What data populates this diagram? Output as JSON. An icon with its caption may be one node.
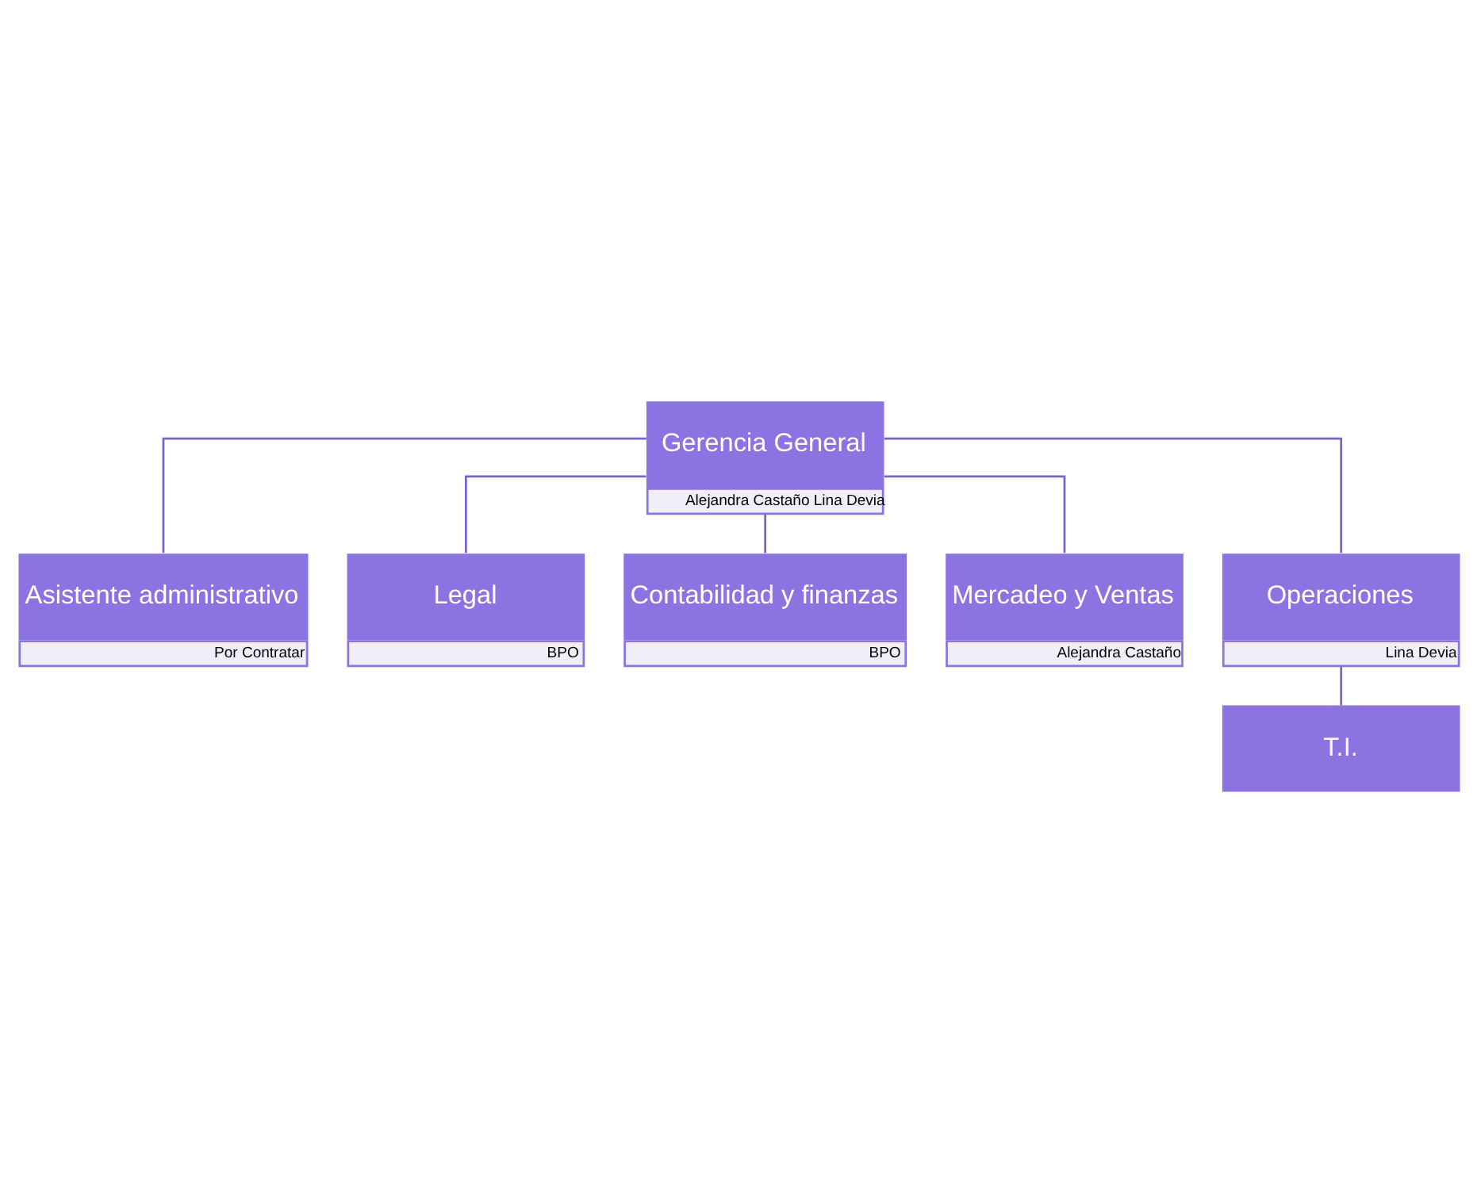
{
  "diagram": {
    "nodes": [
      {
        "text": [
          "Gerencia General",
          "Alejandra Castaño Lina Devia"
        ]
      },
      {
        "text": [
          "Asistente administrativo",
          "Por Contratar"
        ]
      },
      {
        "text": [
          "Legal",
          "BPO"
        ]
      },
      {
        "text": [
          "Contabilidad y finanzas",
          "BPO"
        ]
      },
      {
        "text": [
          "Mercadeo y Ventas",
          "Alejandra Castaño"
        ]
      },
      {
        "text": [
          "Operaciones",
          "Lina Devia"
        ]
      },
      {
        "text": [
          "T.I."
        ]
      }
    ],
    "edges": [
      {
        "from": 0,
        "to": 1,
        "arrow": "none"
      },
      {
        "from": 0,
        "to": 2,
        "arrow": "none"
      },
      {
        "from": 0,
        "to": 3,
        "arrow": "none"
      },
      {
        "from": 0,
        "to": 4,
        "arrow": "none"
      },
      {
        "from": 0,
        "to": 5,
        "arrow": "none"
      },
      {
        "from": 5,
        "to": 6,
        "arrow": "none"
      }
    ]
  }
}
